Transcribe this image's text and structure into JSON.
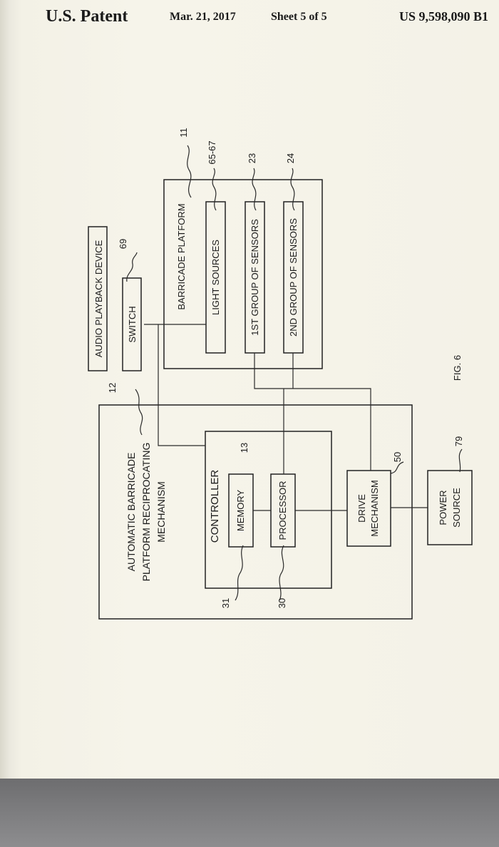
{
  "header": {
    "title": "U.S. Patent",
    "date": "Mar. 21, 2017",
    "sheet": "Sheet 5 of 5",
    "patent_number": "US 9,598,090 B1"
  },
  "figure": {
    "caption": "FIG. 6",
    "blocks": {
      "audio_playback_device": "AUDIO PLAYBACK DEVICE",
      "switch": "SWITCH",
      "barricade_platform": "BARRICADE PLATFORM",
      "light_sources": "LIGHT SOURCES",
      "first_group_sensors": "1ST GROUP OF SENSORS",
      "second_group_sensors": "2ND GROUP OF SENSORS",
      "mechanism_line1": "AUTOMATIC BARRICADE",
      "mechanism_line2": "PLATFORM RECIPROCATING",
      "mechanism_line3": "MECHANISM",
      "controller": "CONTROLLER",
      "memory": "MEMORY",
      "processor": "PROCESSOR",
      "drive_line1": "DRIVE",
      "drive_line2": "MECHANISM",
      "power_line1": "POWER",
      "power_line2": "SOURCE"
    },
    "refs": {
      "platform": "11",
      "light_sources": "65-67",
      "first_group": "23",
      "second_group": "24",
      "switch": "69",
      "mechanism": "12",
      "controller": "13",
      "drive": "50",
      "power": "79",
      "memory": "31",
      "processor": "30"
    }
  }
}
